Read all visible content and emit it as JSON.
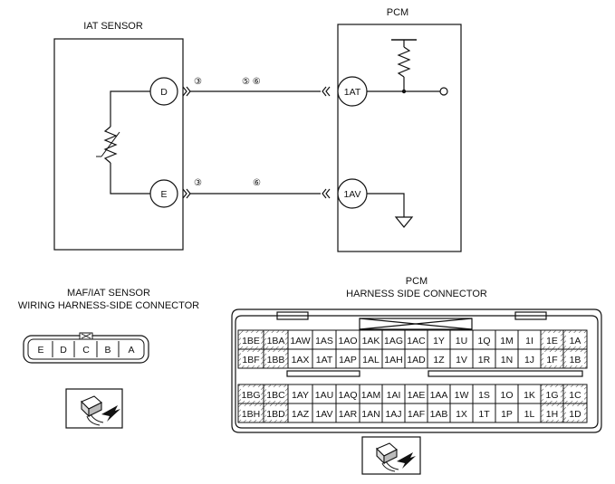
{
  "iat_sensor": {
    "title": "IAT SENSOR",
    "pins": [
      "D",
      "E"
    ]
  },
  "pcm": {
    "title": "PCM",
    "pins": [
      "1AT",
      "1AV"
    ]
  },
  "wires": {
    "top": {
      "from_circle": "③",
      "label": "⑤ ⑥"
    },
    "bottom": {
      "from_circle": "③",
      "label": "⑥"
    }
  },
  "maf_connector": {
    "title_line1": "MAF/IAT SENSOR",
    "title_line2": "WIRING HARNESS-SIDE CONNECTOR",
    "pins": [
      "E",
      "D",
      "C",
      "B",
      "A"
    ]
  },
  "pcm_connector": {
    "title_line1": "PCM",
    "title_line2": "HARNESS SIDE CONNECTOR",
    "upper_rows": [
      [
        "1BE",
        "1BA",
        "1AW",
        "1AS",
        "1AO",
        "1AK",
        "1AG",
        "1AC",
        "1Y",
        "1U",
        "1Q",
        "1M",
        "1I",
        "1E",
        "1A"
      ],
      [
        "1BF",
        "1BB",
        "1AX",
        "1AT",
        "1AP",
        "1AL",
        "1AH",
        "1AD",
        "1Z",
        "1V",
        "1R",
        "1N",
        "1J",
        "1F",
        "1B"
      ]
    ],
    "lower_rows": [
      [
        "1BG",
        "1BC",
        "1AY",
        "1AU",
        "1AQ",
        "1AM",
        "1AI",
        "1AE",
        "1AA",
        "1W",
        "1S",
        "1O",
        "1K",
        "1G",
        "1C"
      ],
      [
        "1BH",
        "1BD",
        "1AZ",
        "1AV",
        "1AR",
        "1AN",
        "1AJ",
        "1AF",
        "1AB",
        "1X",
        "1T",
        "1P",
        "1L",
        "1H",
        "1D"
      ]
    ]
  },
  "icons": [
    "connector-plug-icon",
    "ground-symbol-icon",
    "resistor-icon",
    "thermistor-icon"
  ]
}
